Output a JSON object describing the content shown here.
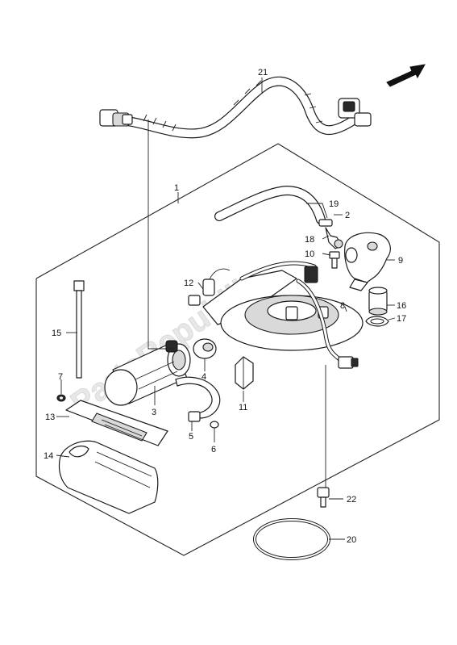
{
  "watermark": "PartsRepublik",
  "direction_arrow": "arrow-icon",
  "callouts": [
    "21",
    "1",
    "19",
    "2",
    "18",
    "10",
    "9",
    "12",
    "8",
    "16",
    "17",
    "15",
    "7",
    "4",
    "3",
    "13",
    "11",
    "5",
    "6",
    "14",
    "22",
    "20"
  ]
}
